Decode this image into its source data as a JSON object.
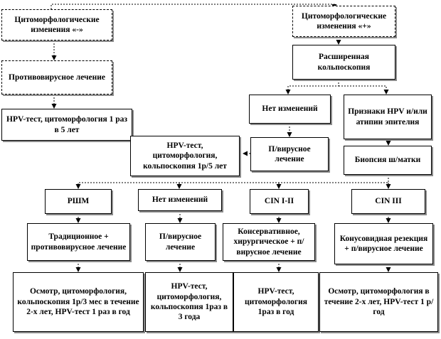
{
  "nodes": {
    "cyto_neg": "Цитоморфологические изменения «-»",
    "cyto_pos": "Цитоморфологические изменения «+»",
    "antiviral": "Противовирусное лечение",
    "colposcopy_ext": "Расширенная кольпоскопия",
    "hpv_5y": "HPV-тест, цитоморфология 1 раз в 5 лет",
    "no_change_top": "Нет изменений",
    "hpv_signs": "Признаки HPV и/или атипии эпителия",
    "hpv_colpo_5y": "HPV-тест, цитоморфология, кольпоскопия 1р/5 лет",
    "antiviral_short_top": "П/вирусное лечение",
    "biopsy": "Биопсия ш/матки",
    "rshm": "РШМ",
    "no_change_mid": "Нет изменений",
    "cin_1_2": "CIN I-II",
    "cin_3": "CIN III",
    "traditional": "Традиционное + противовирусное лечение",
    "antiviral_short_mid": "П/вирусное лечение",
    "conservative": "Консервативное, хирургическое + п/вирусное лечение",
    "conization": "Конусовидная резекция + п/вирусное лечение",
    "followup_3m": "Осмотр, цитоморфология, кольпоскопия 1р/3 мес в течение 2-х лет, HPV-тест 1 раз в год",
    "followup_3y": "HPV-тест, цитоморфология, кольпоскопия 1раз в 3 года",
    "followup_1y": "HPV-тест, цитоморфология 1раз в год",
    "followup_2y": "Осмотр, цитоморфология в течение 2-х лет, HPV-тест 1 р/год"
  }
}
